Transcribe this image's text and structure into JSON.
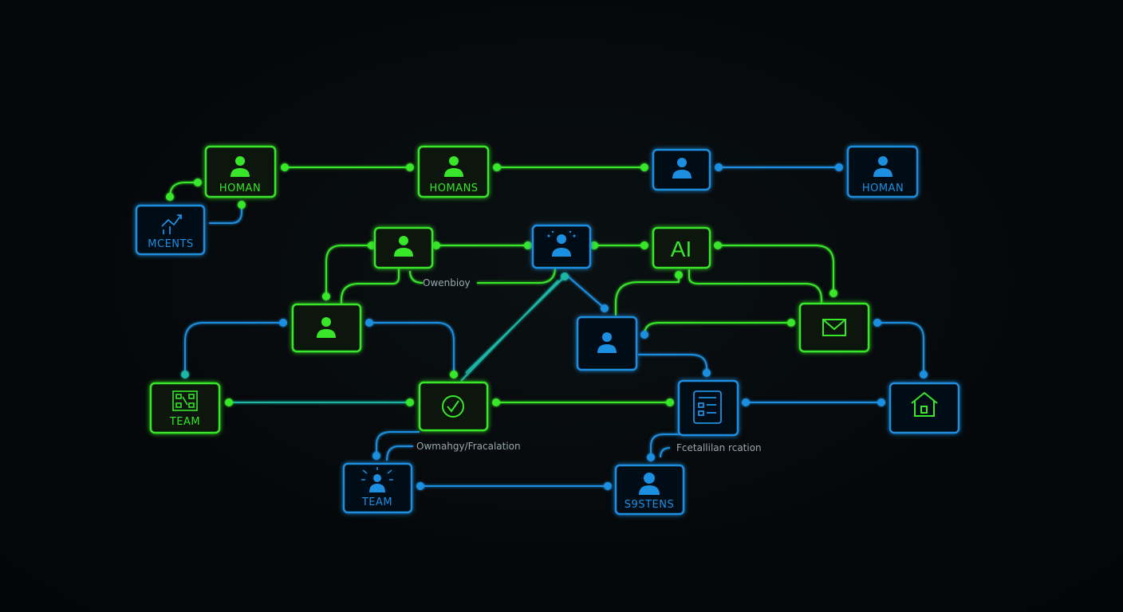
{
  "colors": {
    "green": "#39e62b",
    "blue": "#1e8fe0",
    "background": "#05080a",
    "annotation": "#9aa8ad"
  },
  "nodes": [
    {
      "id": "n1",
      "label": "HOMAN",
      "icon": "person-icon",
      "color": "green"
    },
    {
      "id": "n2",
      "label": "HOMANS",
      "icon": "person-icon",
      "color": "green"
    },
    {
      "id": "n3",
      "label": "",
      "icon": "person-icon",
      "color": "blue"
    },
    {
      "id": "n4",
      "label": "HOMAN",
      "icon": "person-icon",
      "color": "blue"
    },
    {
      "id": "n5",
      "label": "MCENTS",
      "icon": "chart-icon",
      "color": "blue"
    },
    {
      "id": "n6",
      "label": "",
      "icon": "person-icon",
      "color": "green"
    },
    {
      "id": "n7",
      "label": "",
      "icon": "sparkle-person-icon",
      "color": "blue"
    },
    {
      "id": "n8",
      "label": "AI",
      "icon": "ai-text",
      "color": "green"
    },
    {
      "id": "n9",
      "label": "",
      "icon": "person-icon",
      "color": "green"
    },
    {
      "id": "n10",
      "label": "",
      "icon": "person-icon",
      "color": "blue"
    },
    {
      "id": "n11",
      "label": "",
      "icon": "mail-icon",
      "color": "green"
    },
    {
      "id": "n12",
      "label": "TEAM",
      "icon": "grid-icon",
      "color": "green"
    },
    {
      "id": "n13",
      "label": "",
      "icon": "check-icon",
      "color": "green"
    },
    {
      "id": "n14",
      "label": "",
      "icon": "document-icon",
      "color": "blue"
    },
    {
      "id": "n15",
      "label": "",
      "icon": "home-icon",
      "color": "blue"
    },
    {
      "id": "n16",
      "label": "TEAM",
      "icon": "burst-person-icon",
      "color": "blue"
    },
    {
      "id": "n17",
      "label": "S9STENS",
      "icon": "person-icon",
      "color": "blue"
    }
  ],
  "annotations": [
    {
      "id": "a1",
      "text": "Owenbioy"
    },
    {
      "id": "a2",
      "text": "Owmahgy/Fracalation"
    },
    {
      "id": "a3",
      "text": "Fcetallilan  rcation"
    }
  ]
}
